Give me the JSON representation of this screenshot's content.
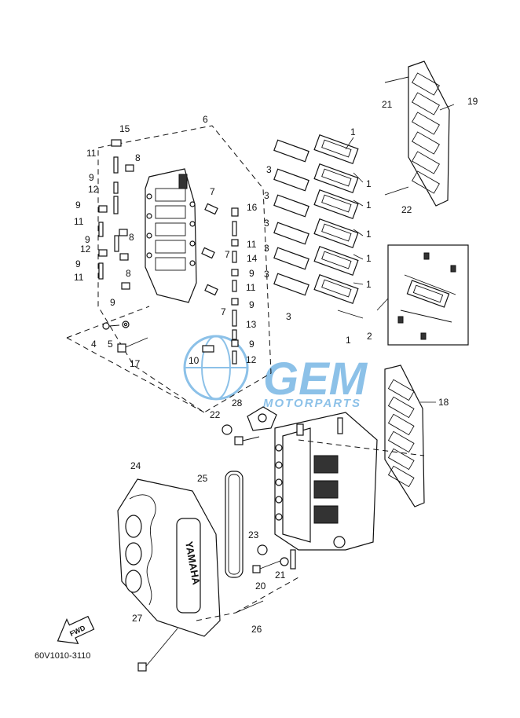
{
  "diagram": {
    "code": "60V1010-3110",
    "fwd_label": "FWD",
    "brand_text": "YAMAHA",
    "watermark": {
      "main": "GEM",
      "sub": "MOTORPARTS",
      "color": "#2f8fd6"
    },
    "callouts": [
      {
        "id": "c1a",
        "label": "1"
      },
      {
        "id": "c1b",
        "label": "1"
      },
      {
        "id": "c1c",
        "label": "1"
      },
      {
        "id": "c1d",
        "label": "1"
      },
      {
        "id": "c1e",
        "label": "1"
      },
      {
        "id": "c1f",
        "label": "1"
      },
      {
        "id": "c1g",
        "label": "1"
      },
      {
        "id": "c2",
        "label": "2"
      },
      {
        "id": "c3a",
        "label": "3"
      },
      {
        "id": "c3b",
        "label": "3"
      },
      {
        "id": "c3c",
        "label": "3"
      },
      {
        "id": "c3d",
        "label": "3"
      },
      {
        "id": "c3e",
        "label": "3"
      },
      {
        "id": "c3f",
        "label": "3"
      },
      {
        "id": "c4",
        "label": "4"
      },
      {
        "id": "c5",
        "label": "5"
      },
      {
        "id": "c6",
        "label": "6"
      },
      {
        "id": "c7a",
        "label": "7"
      },
      {
        "id": "c7b",
        "label": "7"
      },
      {
        "id": "c7c",
        "label": "7"
      },
      {
        "id": "c8a",
        "label": "8"
      },
      {
        "id": "c8b",
        "label": "8"
      },
      {
        "id": "c8c",
        "label": "8"
      },
      {
        "id": "c9a",
        "label": "9"
      },
      {
        "id": "c9b",
        "label": "9"
      },
      {
        "id": "c9c",
        "label": "9"
      },
      {
        "id": "c9d",
        "label": "9"
      },
      {
        "id": "c9e",
        "label": "9"
      },
      {
        "id": "c9f",
        "label": "9"
      },
      {
        "id": "c9g",
        "label": "9"
      },
      {
        "id": "c9h",
        "label": "9"
      },
      {
        "id": "c10",
        "label": "10"
      },
      {
        "id": "c11a",
        "label": "11"
      },
      {
        "id": "c11b",
        "label": "11"
      },
      {
        "id": "c11c",
        "label": "11"
      },
      {
        "id": "c11d",
        "label": "11"
      },
      {
        "id": "c11e",
        "label": "11"
      },
      {
        "id": "c12a",
        "label": "12"
      },
      {
        "id": "c12b",
        "label": "12"
      },
      {
        "id": "c12c",
        "label": "12"
      },
      {
        "id": "c13",
        "label": "13"
      },
      {
        "id": "c14",
        "label": "14"
      },
      {
        "id": "c15",
        "label": "15"
      },
      {
        "id": "c16",
        "label": "16"
      },
      {
        "id": "c17",
        "label": "17"
      },
      {
        "id": "c18",
        "label": "18"
      },
      {
        "id": "c19",
        "label": "19"
      },
      {
        "id": "c20",
        "label": "20"
      },
      {
        "id": "c21a",
        "label": "21"
      },
      {
        "id": "c21b",
        "label": "21"
      },
      {
        "id": "c22a",
        "label": "22"
      },
      {
        "id": "c22b",
        "label": "22"
      },
      {
        "id": "c23",
        "label": "23"
      },
      {
        "id": "c24",
        "label": "24"
      },
      {
        "id": "c25",
        "label": "25"
      },
      {
        "id": "c26",
        "label": "26"
      },
      {
        "id": "c27",
        "label": "27"
      },
      {
        "id": "c28",
        "label": "28"
      }
    ]
  }
}
